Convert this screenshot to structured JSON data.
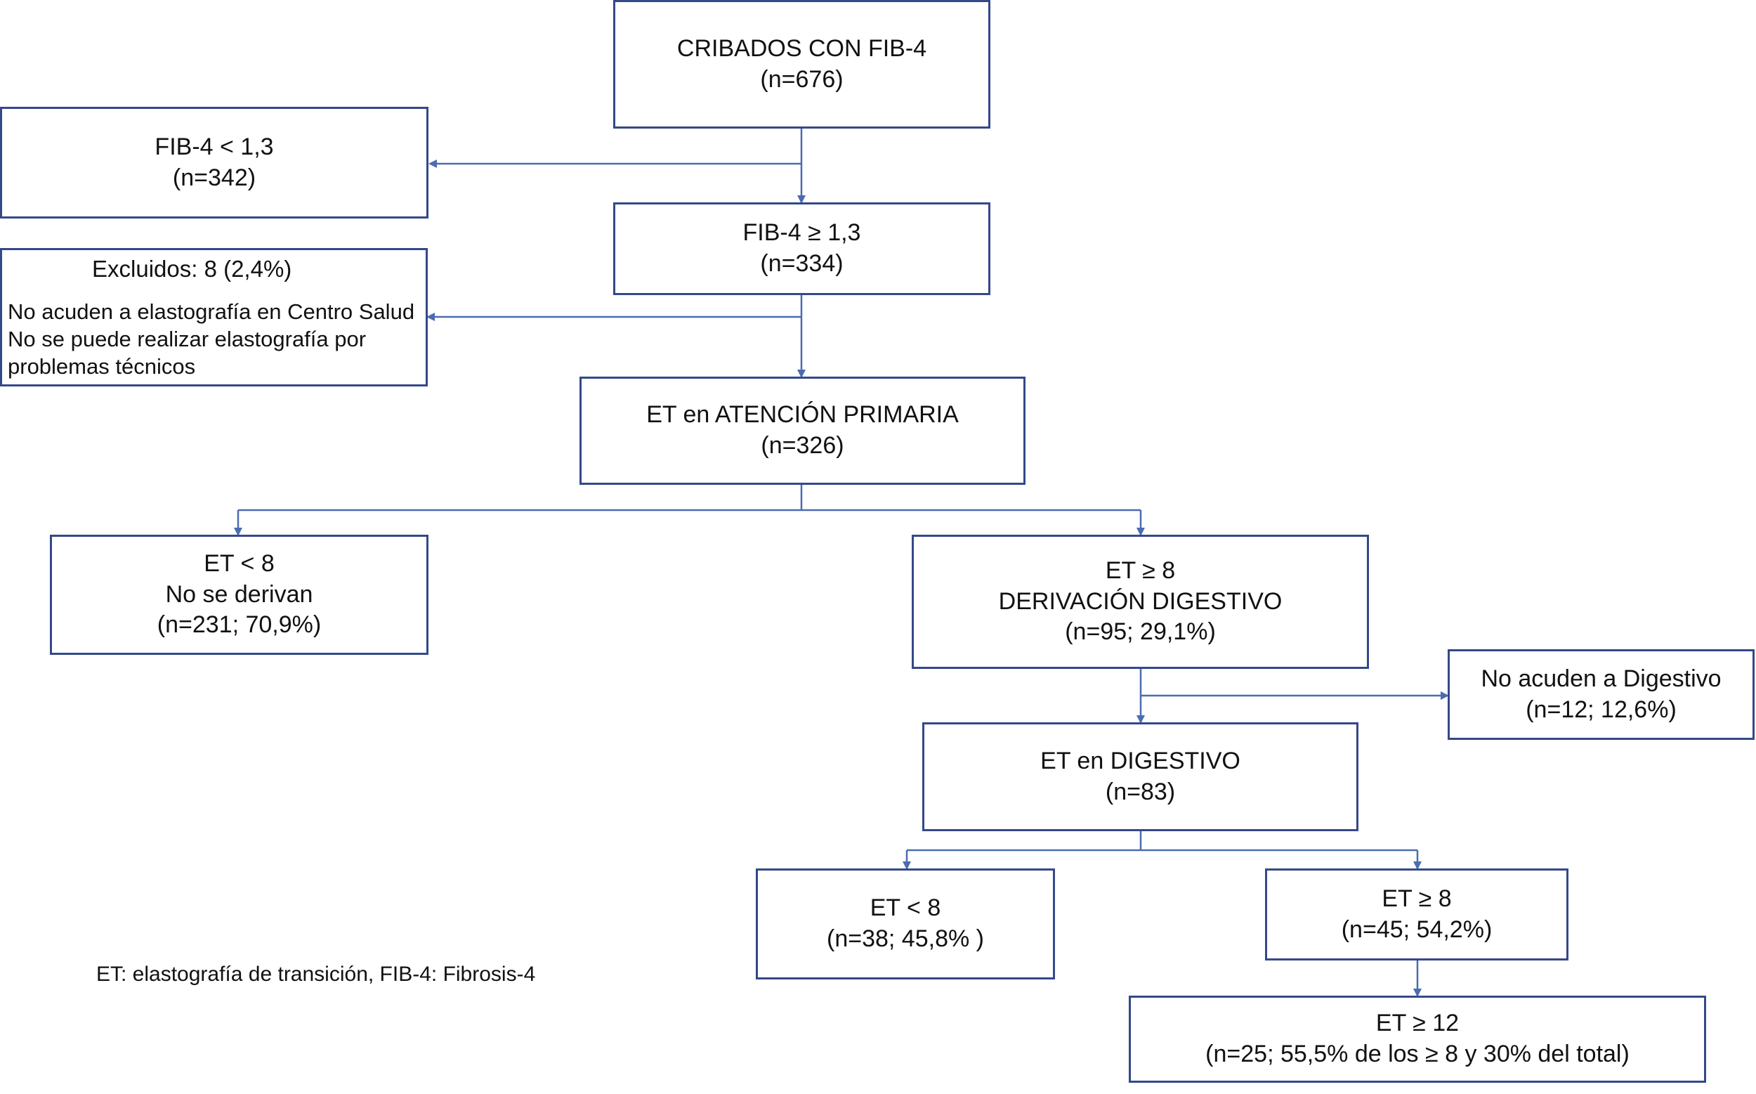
{
  "boxes": {
    "cribados": {
      "line1": "CRIBADOS CON FIB-4",
      "line2": "(n=676)"
    },
    "fib_low": {
      "line1": "FIB-4 < 1,3",
      "line2": "(n=342)"
    },
    "fib_high": {
      "line1": "FIB-4 ≥ 1,3",
      "line2": "(n=334)"
    },
    "excluidos": {
      "title": "Excluidos: 8 (2,4%)",
      "line1": "No acuden a elastografía en Centro Salud",
      "line2": "No se puede realizar elastografía por",
      "line3": "problemas técnicos"
    },
    "et_primaria": {
      "line1": "ET en ATENCIÓN PRIMARIA",
      "line2": "(n=326)"
    },
    "et_low": {
      "line1": "ET < 8",
      "line2": "No se derivan",
      "line3": "(n=231; 70,9%)"
    },
    "et_high": {
      "line1": "ET ≥ 8",
      "line2": "DERIVACIÓN DIGESTIVO",
      "line3": "(n=95; 29,1%)"
    },
    "no_acuden": {
      "line1": "No acuden a Digestivo",
      "line2": "(n=12; 12,6%)"
    },
    "et_digestivo": {
      "line1": "ET en DIGESTIVO",
      "line2": "(n=83)"
    },
    "dig_low": {
      "line1": "ET < 8",
      "line2": "(n=38; 45,8% )"
    },
    "dig_high": {
      "line1": "ET ≥ 8",
      "line2": "(n=45; 54,2%)"
    },
    "dig_12": {
      "line1": "ET ≥ 12",
      "line2": "(n=25; 55,5% de los ≥ 8 y 30% del total)"
    }
  },
  "footnote": "ET: elastografía de transición, FIB-4: Fibrosis-4",
  "colors": {
    "line": "#4a6cb0",
    "border": "#34488a"
  }
}
